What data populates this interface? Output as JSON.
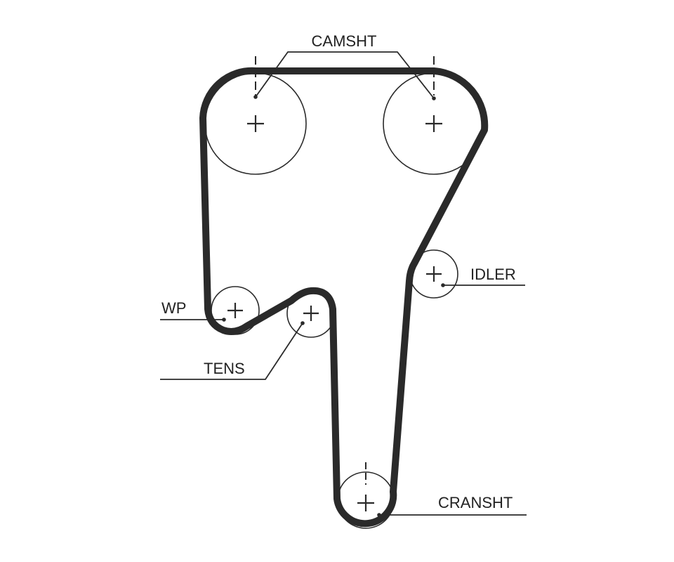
{
  "labels": {
    "camshaft": "CAMSHT",
    "idler": "IDLER",
    "water_pump": "WP",
    "tensioner": "TENS",
    "crankshaft": "CRANSHT"
  },
  "colors": {
    "belt": "#2a2a2a",
    "line": "#2a2a2a",
    "text": "#222222",
    "background": "#ffffff"
  }
}
